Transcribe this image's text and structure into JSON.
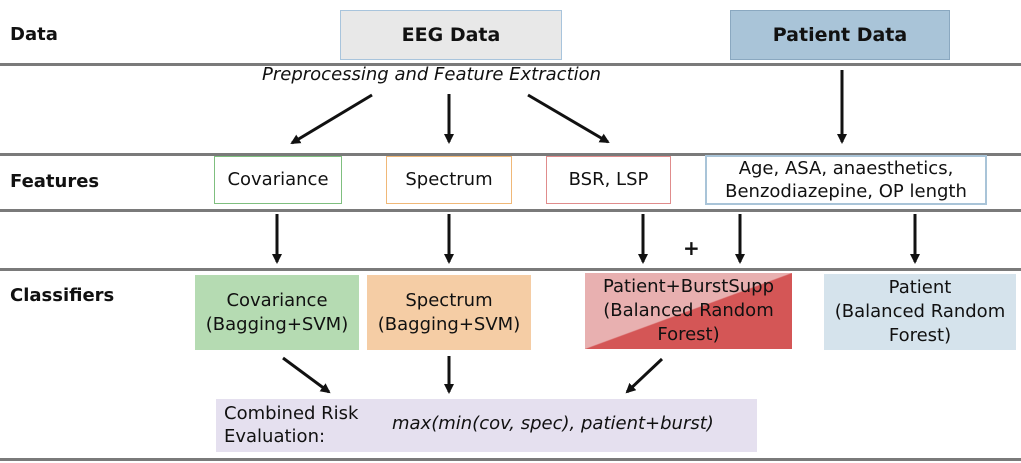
{
  "rows": {
    "data": "Data",
    "features": "Features",
    "classifiers": "Classifiers"
  },
  "data_sources": {
    "eeg": "EEG Data",
    "patient": "Patient Data"
  },
  "preprocessing": "Preprocessing and Feature Extraction",
  "features": {
    "covariance": "Covariance",
    "spectrum": "Spectrum",
    "bsr_lsp": "BSR, LSP",
    "patient_line1": "Age, ASA, anaesthetics,",
    "patient_line2": "Benzodiazepine, OP length"
  },
  "plus_sign": "+",
  "classifiers": {
    "covariance": [
      "Covariance",
      "(Bagging+SVM)"
    ],
    "spectrum": [
      "Spectrum",
      "(Bagging+SVM)"
    ],
    "burstsupp": [
      "Patient+BurstSupp",
      "(Balanced Random",
      "Forest)"
    ],
    "patient": [
      "Patient",
      "(Balanced Random",
      "Forest)"
    ]
  },
  "combined": {
    "label_line1": "Combined Risk",
    "label_line2": "Evaluation:",
    "formula": "max(min(cov, spec), patient+burst)"
  },
  "colors": {
    "eeg_fill": "#e8e8e8",
    "patient_fill": "#a9c4d8",
    "covariance_border": "#7fbf7f",
    "spectrum_border": "#f0b878",
    "bsr_border": "#e08c8c",
    "patient_feat_border": "#8fb0cc",
    "cov_classifier": "#b5dbb2",
    "spec_classifier": "#f5cda5",
    "burst_light": "#e8b0b0",
    "burst_dark": "#d45656",
    "patient_classifier": "#d5e3ec",
    "combined_fill": "#e5e0ef"
  }
}
